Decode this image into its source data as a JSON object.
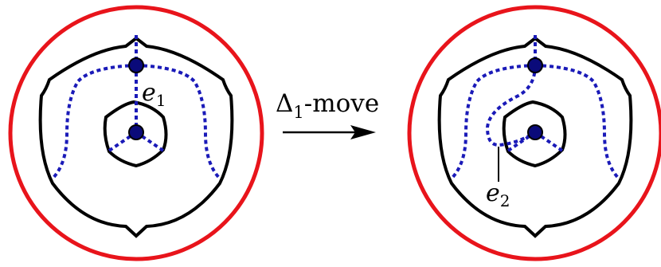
{
  "diagram": {
    "move_label_symbol": "Δ",
    "move_label_subscript": "1",
    "move_label_suffix": "-move",
    "left_edge_label_var": "e",
    "left_edge_label_sub": "1",
    "right_edge_label_var": "e",
    "right_edge_label_sub": "2"
  },
  "colors": {
    "outer_circle": "#e8141b",
    "curves": "#000000",
    "dotted_edges": "#1a1ab8",
    "vertex_fill": "#0a0a7a"
  },
  "icons": {
    "arrow": "right-arrow-icon"
  }
}
